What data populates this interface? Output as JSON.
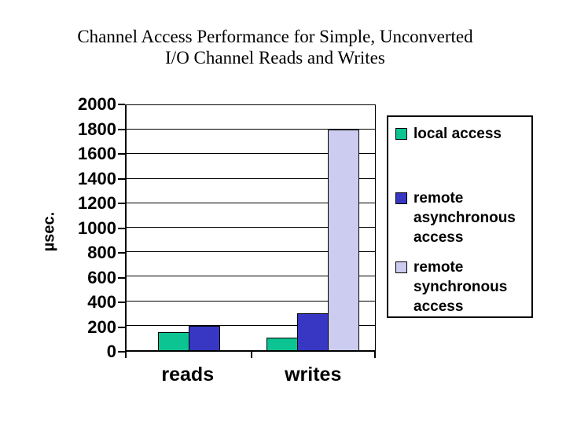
{
  "title": {
    "line1": "Channel Access Performance for Simple, Unconverted",
    "line2": "I/O Channel Reads and Writes"
  },
  "chart_data": {
    "type": "bar",
    "categories": [
      "reads",
      "writes"
    ],
    "series": [
      {
        "name": "local access",
        "color": "#0CC492",
        "values": [
          150,
          100
        ]
      },
      {
        "name": "remote asynchronous access",
        "color": "#3737C4",
        "values": [
          200,
          300
        ]
      },
      {
        "name": "remote synchronous access",
        "color": "#CCCCF0",
        "values": [
          0,
          1800
        ]
      }
    ],
    "ylabel": "µsec.",
    "xlabel": "",
    "ylim": [
      0,
      2000
    ],
    "ytick_step": 200,
    "grid": true,
    "gridline_color": "#000000",
    "legend_position": "right",
    "legend_item_tops": [
      9,
      91,
      179
    ]
  }
}
